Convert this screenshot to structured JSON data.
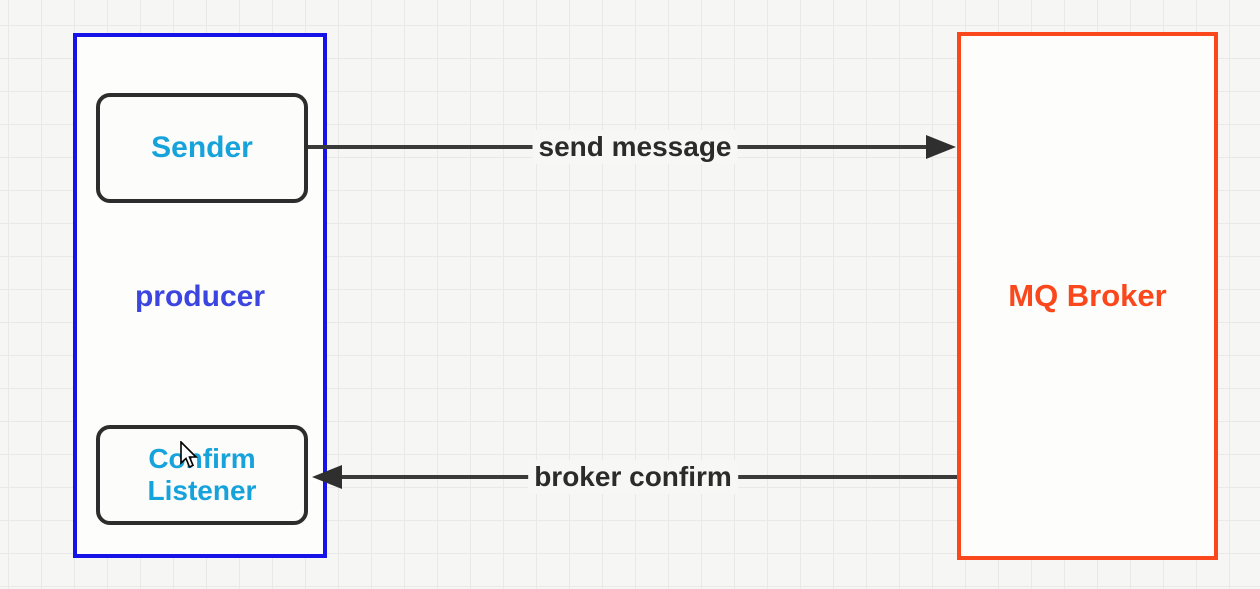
{
  "diagram": {
    "producer": {
      "label": "producer",
      "sender_label": "Sender",
      "confirm_listener_label": "Confirm Listener"
    },
    "broker": {
      "label": "MQ Broker"
    },
    "edges": {
      "send_message": {
        "label": "send message",
        "direction": "producer-to-broker"
      },
      "broker_confirm": {
        "label": "broker confirm",
        "direction": "broker-to-producer"
      }
    },
    "colors": {
      "producer_border": "#1713e8",
      "producer_text": "#3c45e0",
      "inner_node_text": "#16a2db",
      "inner_node_border": "#2d2d2d",
      "broker_accent": "#fa481c",
      "arrow": "#2f2f2f",
      "edge_label_text": "#2b2b2b",
      "canvas_bg": "#f6f6f4",
      "grid_line": "#e9e9e6"
    }
  }
}
